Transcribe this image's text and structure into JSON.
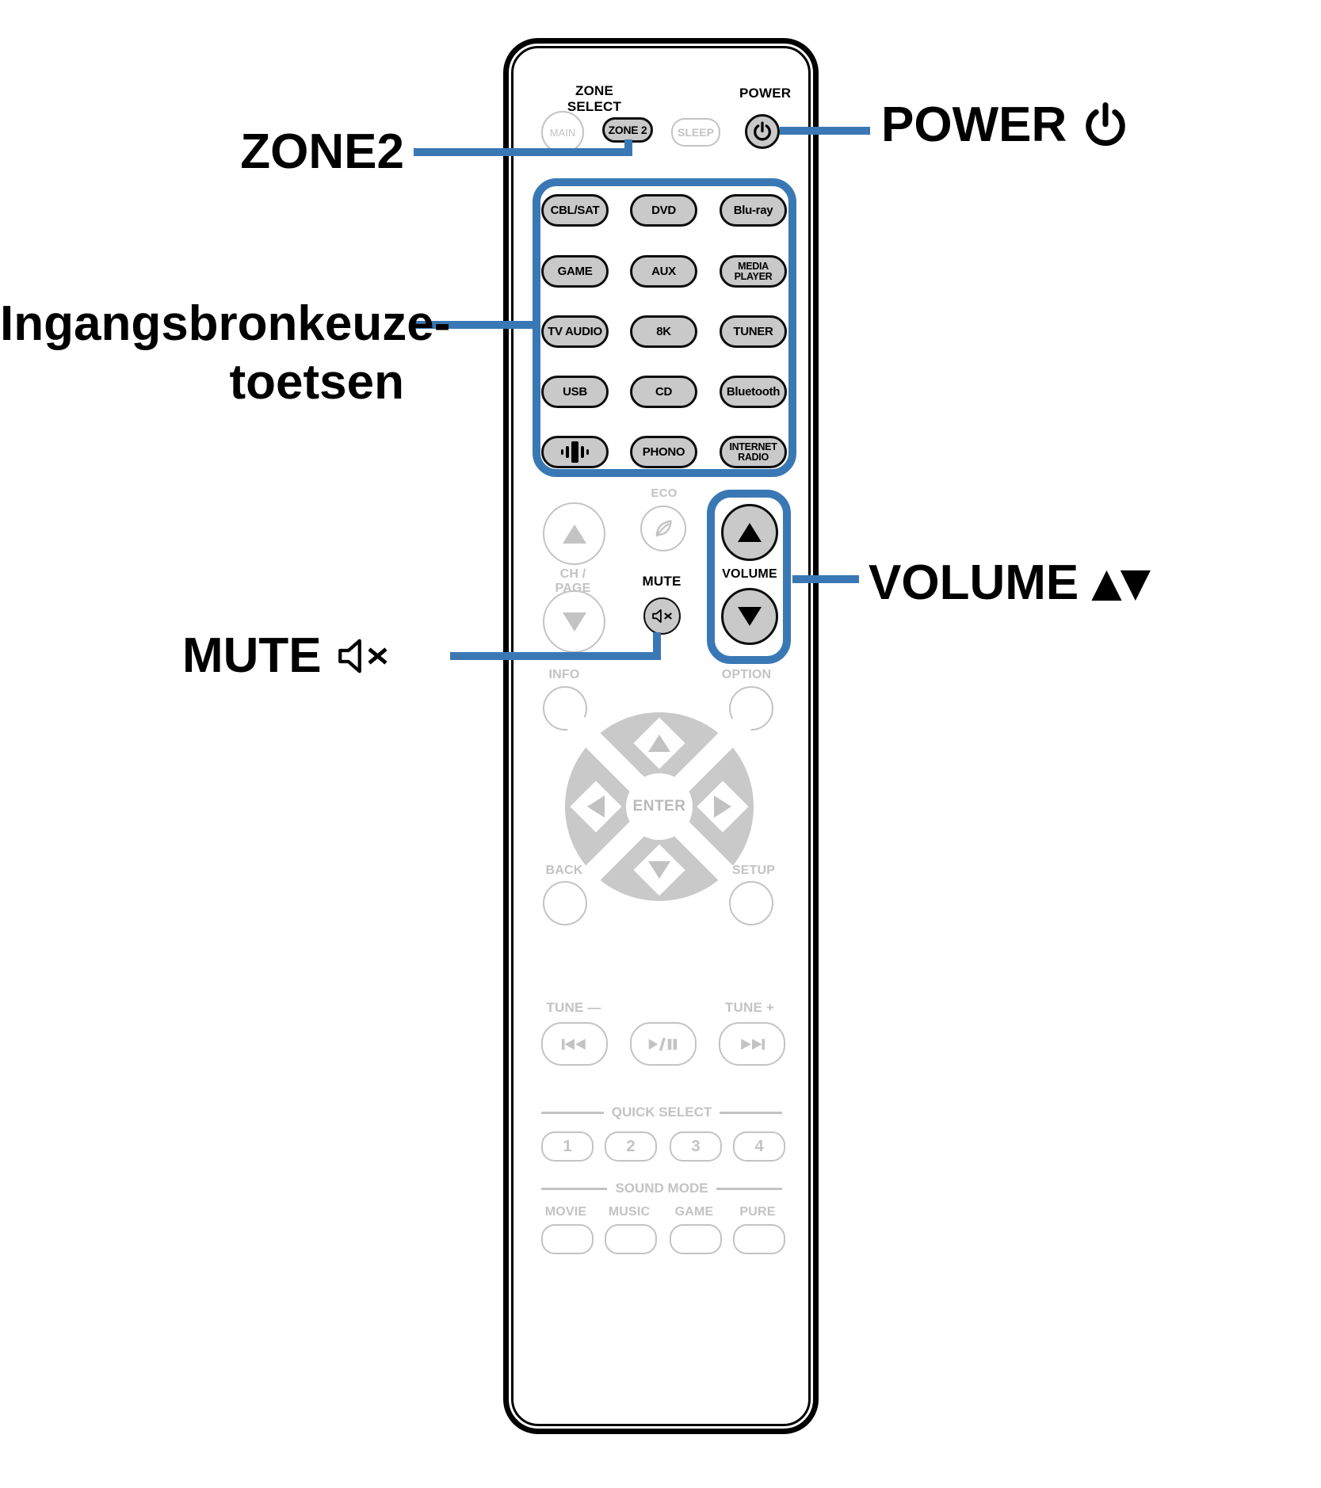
{
  "colors": {
    "accent_blue": "#3a78b5",
    "active_button_fill": "#c9c9c9",
    "inactive_gray": "#c3c3c3",
    "ink": "#000000"
  },
  "callouts": {
    "zone2": "ZONE2",
    "power": "POWER",
    "input_line1": "Ingangsbronkeuze-",
    "input_line2": "toetsen",
    "mute": "MUTE",
    "volume": "VOLUME",
    "volume_arrows": "▲▼"
  },
  "remote": {
    "zone_select_heading": "ZONE SELECT",
    "btn_main": "MAIN",
    "btn_zone2": "ZONE 2",
    "btn_sleep": "SLEEP",
    "power_label": "POWER",
    "sources": [
      "CBL/SAT",
      "DVD",
      "Blu-ray",
      "GAME",
      "AUX",
      "MEDIA\nPLAYER",
      "TV AUDIO",
      "8K",
      "TUNER",
      "USB",
      "CD",
      "Bluetooth",
      "PHONO",
      "INTERNET\nRADIO"
    ],
    "eco_label": "ECO",
    "ch_page_label": "CH / PAGE",
    "mute_label": "MUTE",
    "volume_label": "VOLUME",
    "info_label": "INFO",
    "option_label": "OPTION",
    "enter_label": "ENTER",
    "back_label": "BACK",
    "setup_label": "SETUP",
    "tune_down_label": "TUNE —",
    "tune_up_label": "TUNE +",
    "quick_select_heading": "QUICK SELECT",
    "quick_select_buttons": [
      "1",
      "2",
      "3",
      "4"
    ],
    "sound_mode_heading": "SOUND MODE",
    "sound_mode_labels": [
      "MOVIE",
      "MUSIC",
      "GAME",
      "PURE"
    ]
  }
}
